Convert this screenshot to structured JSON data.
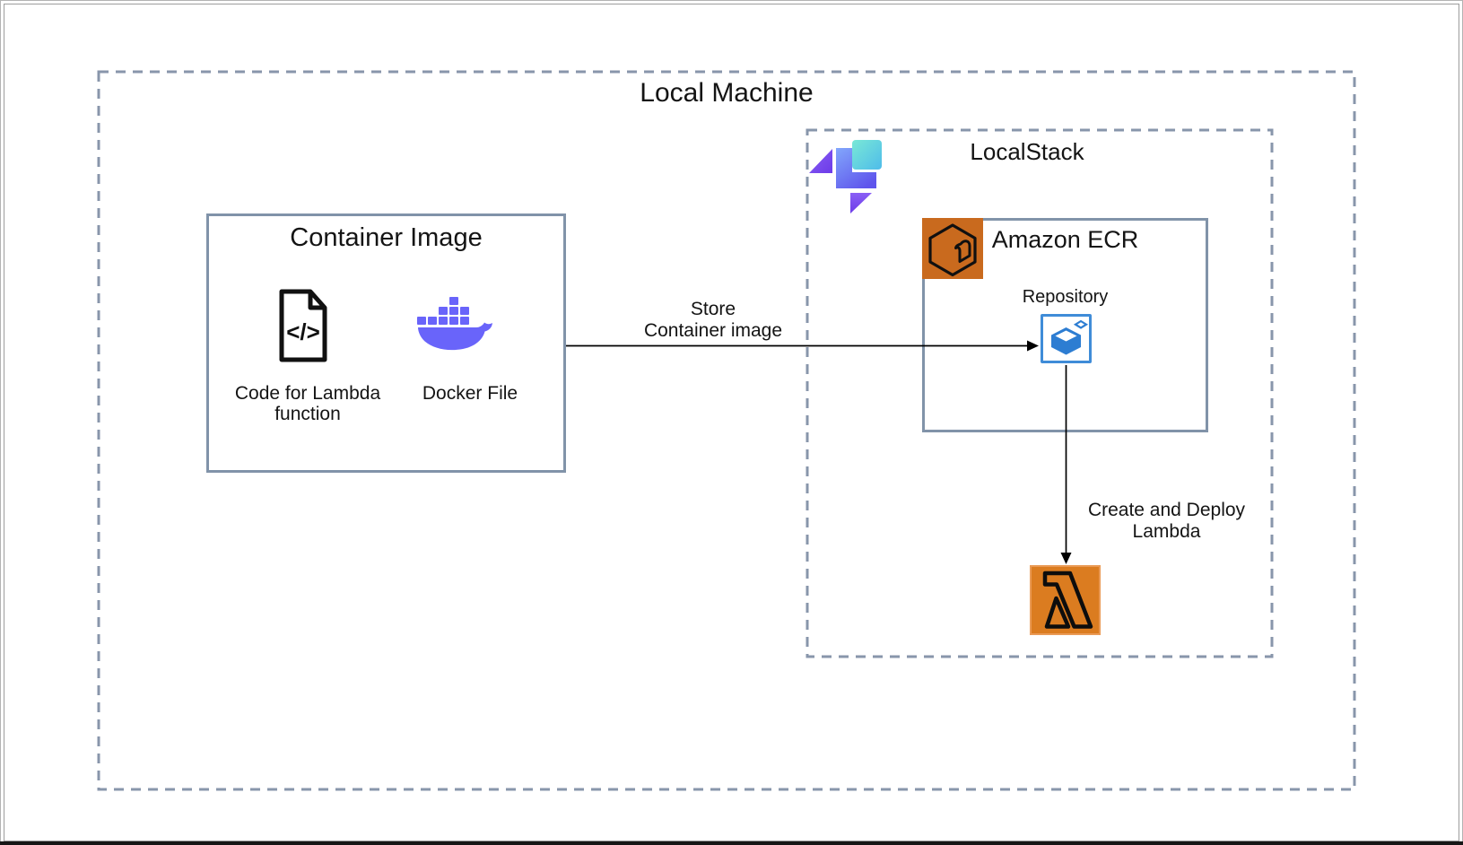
{
  "colors": {
    "dashed_border": "#8896ab",
    "solid_border": "#8193a9",
    "text": "#141414",
    "arrow": "#000000",
    "docker_purple": "#6964fa",
    "localstack_cyan_start": "#79e8d6",
    "localstack_cyan_end": "#4fbcea",
    "localstack_blue_start": "#82a7fc",
    "localstack_blue_end": "#5f55ec",
    "localstack_purple_start": "#8a5ff5",
    "localstack_purple_end": "#6c3be8",
    "ecr_orange": "#c96a1e",
    "lambda_orange": "#db7c20",
    "repository_blue_border": "#3f8cd8",
    "repository_blue_fill": "#2d7dd2",
    "icon_outline": "#101010"
  },
  "local_machine": {
    "title": "Local Machine"
  },
  "container_image": {
    "title": "Container Image",
    "code_glyph": "</>",
    "code_label_line1": "Code for Lambda",
    "code_label_line2": "function",
    "docker_label": "Docker File"
  },
  "localstack": {
    "title": "LocalStack"
  },
  "ecr": {
    "title": "Amazon ECR",
    "repository_label": "Repository"
  },
  "store_arrow": {
    "label_line1": "Store",
    "label_line2": "Container image"
  },
  "deploy_arrow": {
    "label_line1": "Create and Deploy",
    "label_line2": "Lambda"
  }
}
